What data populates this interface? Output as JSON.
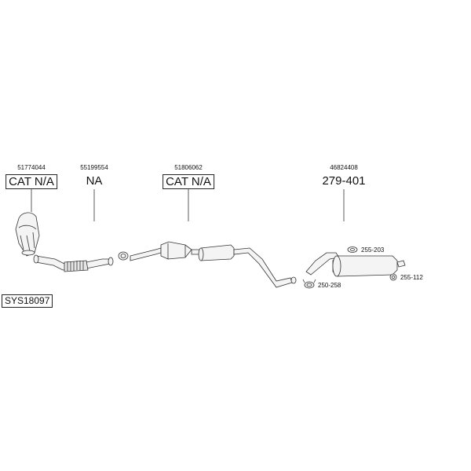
{
  "system_code": "SYS18097",
  "parts": [
    {
      "number": "51774044",
      "label": "CAT N/A",
      "boxed": true
    },
    {
      "number": "55199554",
      "label": "NA",
      "boxed": false
    },
    {
      "number": "51806062",
      "label": "CAT N/A",
      "boxed": true
    },
    {
      "number": "46824408",
      "label": "279-401",
      "boxed": false
    }
  ],
  "accessories": [
    {
      "code": "255-203",
      "icon": "rubber-hanger-icon"
    },
    {
      "code": "255-112",
      "icon": "mounting-ring-icon"
    },
    {
      "code": "250-258",
      "icon": "clamp-icon"
    }
  ]
}
